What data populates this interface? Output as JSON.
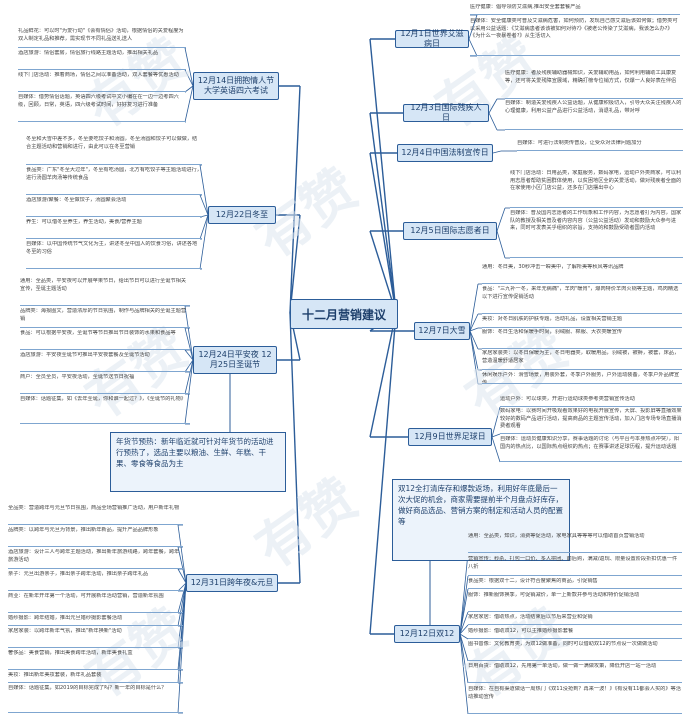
{
  "title": "十二月营销建议",
  "topics": {
    "dec1": "12月1日世界艾滋病日",
    "dec3": "12月3日国际残疾人日",
    "dec4": "12月4日中国法制宣传日",
    "dec5": "12月5日国际志愿者日",
    "dec7": "12月7日大雪",
    "dec9": "12月9日世界足球日",
    "dec12": "12月12日双12",
    "dec14": "12月14日拥抱情人节 大学英语四六考试",
    "dec22": "12月22日冬至",
    "dec24": "12月24日平安夜 12月25日圣诞节",
    "dec31": "12月31日跨年夜&元旦"
  },
  "notes": {
    "d12_note": "双12全打清库存和爆款返场，利用好年底最后一次大促的机会，商家需要提前半个月盘点好库存，做好商品选品、营销方案的制定和活动人员的配置等",
    "d24_note": "年货节预热：新年临近就可针对年货节的活动进行预热了，选品主要以粮油、生鲜、年糕、干果、零食等食品为主"
  },
  "leaves": {
    "l_d1_1": "医疗健康：倡导领防艾滋病,推出安全套套餐产品",
    "l_d1_2": "自媒体：安全健康类可普及艾滋病危害，如何预防，发现自己感艾滋后该如何做；借势类可以采用公益话题：《艾滋病患者该该被如何对待?》《被老公传染了艾滋病，我该怎么办?》《为什么一夜暴卷者?》从生活切入",
    "l_d3_1": "医疗健康：者及残疾辅助器械知识，关爱辅助用品，如何利用辅助工具康复等，还可将关爱残障宣展域，精确打榜专位销方式，仅爆一人良好表在伴侣",
    "l_d3_2": "自媒体：制造关爱残疾人公益话题，从健康积极切入，引导大众关注残疾人的心理健康，利用公益产品进行公益活动，消退礼品，带对呼",
    "l_d4_1": "自媒体：可进行法制类传普及，让受众对法律问题加分",
    "l_d5_1": "线下门店活动：日用品类，家庭服务，数码家电，运动户外类商家，可以利用志愿者帮助贫困群体使用，以贫困地区全的关爱活动，做对残疾者全面的在家使用小区门店公益，还多在门店摆出中心",
    "l_d5_2": "自媒体：普及国内志愿者的工作现象和工作内容，为志愿者打为内容，国家队的教授及相关普及者内容内容（公益公益活动）发动和鼓励大众参与进来，同时可发表关乎组织的宗旨，支持的和鼓励受助者国内活动",
    "l_d7_1": "通用：冬日美，30秒冲击一瞬美中，了解所美等秋风等讯品牌",
    "l_d7_2": "食品：\"三九补一冬，来年无病痛\"，羊肉\"暖胃\"，爆肉特价羊肉火锅等主题，鸡肉精选以下进行宣传促销活动",
    "l_d7_3": "美妆：对冬日肌肤的护肤专题，活动礼品，设置相关营销主题",
    "l_d7_4": "服饰：冬日生活和保暖手时尚，羽绒服、棉服、大衣类暖宣传",
    "l_d7_5": "家居家装类：以冬日保暖为主，冬日电器类，取暖用品，羽绒被，被褥，被套，床品，营造温暖舒适居家",
    "l_d7_6": "休闲娱乐户外：滑雪场景，用装外套，冬季户外服务，户外运动装备，冬季户外品牌宣传",
    "l_d9_1": "运动户外：可以球类，开进行运动球类参考类营销宣传活动",
    "l_d9_2": "数码家电：以赛时间开吸观看效果好的电视开展宣传，大屏、投影屏等直播效果较好的数码产品进行活动，提高商品的主题宣传活动，加入门店专场专场直播消费者观看",
    "l_d9_3": "自媒体：运动员健康知识分享，赛事话题的讨论（与平台与本身热点冲突），阳国内的热点比，以国际热点组织的热点；在赛事讲述足球历程，提升运动话题",
    "l_d12_1": "通用：全品类，知识，消费等促活动，家电家具等等等可以借助首页营销活动",
    "l_d12_2": "营销宣传：秒杀、打包一口价、多人拼团、前后购，满减/返现、限量设置阶段折扣优惠一件八折",
    "l_d12_3": "食品类：根据双十二，设计符合度聚焦的商品，引促销售",
    "l_d12_4": "服饰：推新服饰换季，可促销减价，单一上新款并参与活动和特价促销活动",
    "l_d12_5": "家居家居：借助热点，活动结束后以节后来营业和促销",
    "l_d12_6": "婚纱摄影：借助双12，可以主推婚纱摄影套餐",
    "l_d12_7": "图书音像：文化教育类，为双12做准备，同时可以借助双12的节点设一次做做活动",
    "l_d12_8": "日用百货：借助双12，先用第一单活动，做一做一满做攻策，降低开店一站一活动",
    "l_d12_9": "自媒体：在自有渠道做话一周热门《双11没抢到？再来一波！》《有没有11都会人买的》等活动推动宣传",
    "l_d14_1": "礼品鲜花：可以时\"为爱行动\"《会有情侣》活动，根据情侣的关爱程度为双人制定礼品和推荐，需实现节不同礼品送礼送人",
    "l_d14_2": "酒店旅游：情侣套房，情侣旅行线路主题活动，推出相关礼品",
    "l_d14_3": "线下门店活动：推着商场，情侣之间以准备活动，双人套餐等优惠活动",
    "l_d14_4": "自媒体：借势情侣话题，英语四六级考试中文小编在在一边一边考四六级，回顾，日常，英语，四六级考试时间，好好复习进行准备",
    "l_d22_1": "冬至和大雪中差不多，冬至要吃饺子和汤圆，冬至汤圆和饺子可以做做，结合主题活动和营销和进行，由此可以在冬至营销",
    "l_d22_2": "食品类：广东\"冬至大过年\"，冬至有吃汤圆，北方有吃饺子等主题活动进行，进行汤圆羊肉汤等传统食品",
    "l_d22_3": "酒店旅游/聚餐：冬至做饺子，汤圆聚会活动",
    "l_d22_4": "养生：可以借冬至养生，养生活动，美食/营养主题",
    "l_d22_5": "自媒体：以中国传统节气文化为主，讲述冬至中国人的饮食习俗，讲述各地冬至的习俗",
    "l_d24_1": "通用：全品类，平安夜可以开展苹果节日，给出节日可以进行圣诞节相关宣传，圣诞主题活动",
    "l_d24_2": "品牌类：海报图文，营造浓厚的节日氛围，制作与品牌相关的圣诞主题营销",
    "l_d24_3": "食品：可以根据平安夜，圣诞节等节日推出节日装饰的水果和食品等",
    "l_d24_4": "酒店旅游：平安夜圣诞节可推出平安夜套餐及圣诞节活动",
    "l_d24_5": "商户：全员全员，平安夜活动，圣诞节送节日祝福",
    "l_d24_6": "自媒体：话题征集，如《去年圣诞，你和谁一起过？》，《圣诞节的礼物》",
    "l_d31_1": "全品类：营造跨年与元旦节日氛围，商品全场营销推广活动，用户新年礼物",
    "l_d31_2": "品牌类：以跨年与元旦为背景，推出新年新品，提升产品品牌形象",
    "l_d31_3": "酒店旅游：设计三人与跨年主题活动，推出新年旅游线路，跨年套餐，跨年旅游活动",
    "l_d31_4": "亲子：元旦出游亲子，推出亲子跨年活动，推出亲子跨年礼品",
    "l_d31_5": "商业：在新年开年第一个活动，可开展新年活动营销，营造新年氛围",
    "l_d31_6": "婚纱摄影：跨年结婚，推出元旦婚纱摄影套餐活动",
    "l_d31_7": "家居家装：以跨年新年气氛，推出\"新年换新\"活动",
    "l_d31_8": "奢侈品：美食营销，推出美食跨年活动，新年美食礼盒",
    "l_d31_9": "美妆：推出新年美妆套装，新年礼品套装",
    "l_d31_10": "自媒体：话题征集，如2019的目标完成了吗？新一年的目标是什么？"
  },
  "colors": {
    "line": "#2c5d99",
    "topic_bg": "#d6e6f6",
    "leaf_line": "#7fa6d0"
  }
}
